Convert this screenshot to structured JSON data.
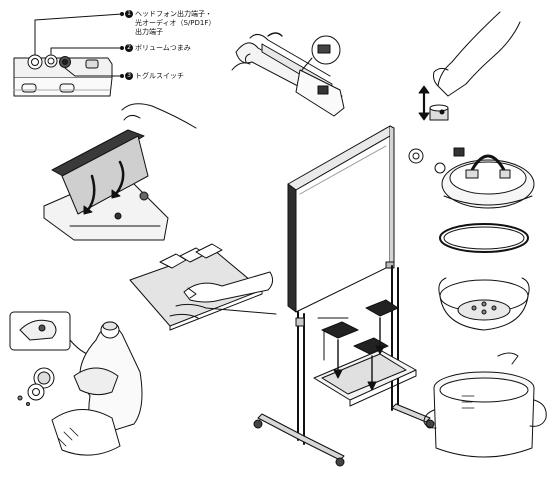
{
  "callouts": [
    {
      "num": "1",
      "line1": "ヘッドフォン出力端子・",
      "line2": "光オーディオ（S/PD1F）",
      "line3": "出力端子"
    },
    {
      "num": "2",
      "line1": "ボリュームつまみ"
    },
    {
      "num": "3",
      "line1": "トグルスイッチ"
    }
  ]
}
